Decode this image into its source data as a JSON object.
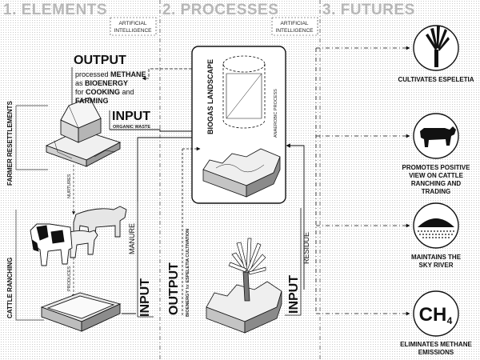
{
  "headers": {
    "elements": "1. ELEMENTS",
    "processes": "2. PROCESSES",
    "futures": "3. FUTURES"
  },
  "ai_label": {
    "line1": "ARTIFICIAL",
    "line2": "INTELLIGENCE"
  },
  "left": {
    "farmer_resettlements": "FARMER RESETTLEMENTS",
    "cattle_ranching": "CATTLE RANCHING",
    "nurtures": "NURTURES",
    "produces": "PRODUCES"
  },
  "output_top": {
    "title": "OUTPUT",
    "l1a": "processed ",
    "l1b": "METHANE",
    "l2a": "as ",
    "l2b": "BIOENERGY",
    "l3a": "for ",
    "l3b": "COOKING",
    "l3c": " and",
    "l4b": "FARMING"
  },
  "input_top": {
    "title": "INPUT",
    "sub": "ORGANIC WASTE"
  },
  "input_manure": {
    "title": "INPUT",
    "sub": "MANURE"
  },
  "process": {
    "biogas_landscape": "BIOGAS LANDSCAPE",
    "anaerobic_process": "ANAEROBIC PROCESS"
  },
  "output_bottom": {
    "title": "OUTPUT",
    "sub_a": "BIOENERGY",
    "sub_b": " for ",
    "sub_c": "ESPELETIA CULTIVATION"
  },
  "input_residue": {
    "title": "INPUT",
    "sub": "RESIDUE"
  },
  "futures": {
    "f1": {
      "line1": "CULTIVATES ESPELETIA"
    },
    "f2": {
      "line1": "PROMOTES POSITIVE",
      "line2": "VIEW ON CATTLE",
      "line3": "RANCHING AND",
      "line4": "TRADING"
    },
    "f3": {
      "line1": "MAINTAINS THE",
      "line2": "SKY RIVER"
    },
    "f4": {
      "line1": "ELIMINATES METHANE",
      "line2": "EMISSIONS"
    },
    "ch4": {
      "main": "CH",
      "sub": "4"
    }
  },
  "icons": {
    "cultivates": "espeletia-plant-icon",
    "promotes": "cow-icon",
    "maintains": "sky-river-hill-icon",
    "eliminates": "ch4-molecule-icon"
  },
  "colors": {
    "header_gray": "#b7b7b7",
    "ink": "#111111",
    "dots": "#bdbdbd"
  }
}
